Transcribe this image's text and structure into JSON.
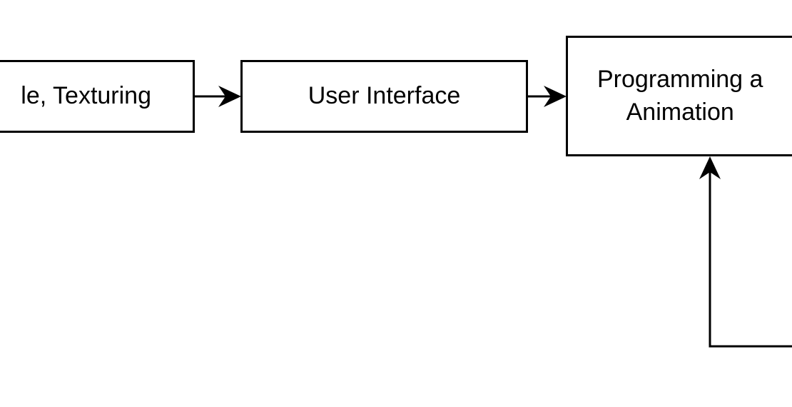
{
  "diagram": {
    "nodes": {
      "modelling": {
        "label": "le, Texturing"
      },
      "user_interface": {
        "label": "User Interface"
      },
      "programming": {
        "line1": "Programming a",
        "line2": "Animation"
      }
    },
    "edges": [
      {
        "from": "modelling",
        "to": "user_interface"
      },
      {
        "from": "user_interface",
        "to": "programming"
      },
      {
        "from": "offscreen",
        "to": "programming"
      }
    ],
    "colors": {
      "stroke": "#000000",
      "background": "#ffffff"
    }
  }
}
